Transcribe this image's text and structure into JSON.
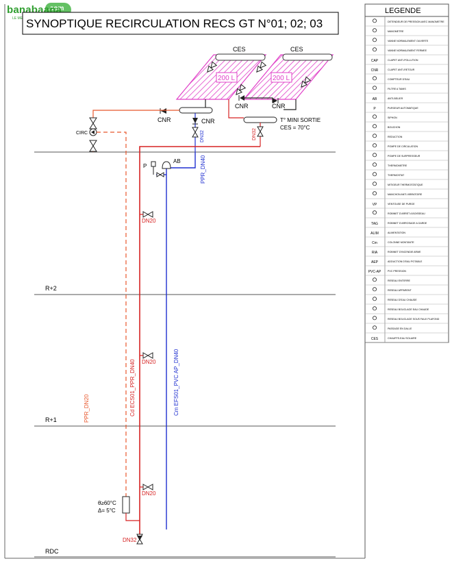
{
  "watermark": {
    "brand": "banabaana",
    "brand_tld": ".com",
    "tagline": "LE MEILLEUR DE L'AFRIQUE"
  },
  "title": "SYNOPTIQUE RECIRCULATION RECS GT N°01; 02; 03",
  "floors": {
    "r2": "R+2",
    "r1": "R+1",
    "rdc": "RDC"
  },
  "collectors": {
    "label_left": "CES",
    "label_right": "CES",
    "tank_left": "200 L",
    "tank_right": "200 L"
  },
  "labels": {
    "cnr_upper_left": "CNR",
    "cnr_upper_right": "CNR",
    "cnr_left": "CNR",
    "cnr_mid": "CNR",
    "circ": "CIRC",
    "min_out_line1": "T° MINI SORTIE",
    "min_out_line2": "CES = 70°C",
    "dn32_mid": "DN32",
    "dn32_right": "DN32",
    "p": "P",
    "ab": "AB",
    "ppr_dn40": "PPR_DN40",
    "dn20_1": "DN20",
    "dn20_2": "DN20",
    "dn20_3": "DN20",
    "cd_ecs": "Cd ECS01_PPR_DN40",
    "cm_efs": "Cm EFS01_PVC AP_DN40",
    "ppr_dn20": "PPR_DN20",
    "theta_line1": "θ≥60°C",
    "theta_line2": "Δ= 5°C",
    "dn32_bottom": "DN32"
  },
  "legend": {
    "title": "LEGENDE",
    "items": [
      {
        "symbol": "",
        "text": "DETENDEUR DE PRESSION AVEC MANOMETRE"
      },
      {
        "symbol": "",
        "text": "MANOMETRE"
      },
      {
        "symbol": "",
        "text": "VANNE NORMALEMENT OUVERTE"
      },
      {
        "symbol": "",
        "text": "VANNE NORMALEMENT FERMEE"
      },
      {
        "symbol": "CAP",
        "text": "CLAPET ANTI-POLLUTION"
      },
      {
        "symbol": "CNR",
        "text": "CLAPET ANTI-RETOUR"
      },
      {
        "symbol": "",
        "text": "COMPTEUR D'EAU"
      },
      {
        "symbol": "",
        "text": "FILTRE A TAMIS"
      },
      {
        "symbol": "AB",
        "text": "ANTI-BELIER"
      },
      {
        "symbol": "P",
        "text": "PURGEUR AUTOMATIQUE"
      },
      {
        "symbol": "",
        "text": "SIPHON"
      },
      {
        "symbol": "",
        "text": "BOUCHON"
      },
      {
        "symbol": "",
        "text": "REDUCTION"
      },
      {
        "symbol": "",
        "text": "POMPE DE CIRCULATION"
      },
      {
        "symbol": "",
        "text": "POMPE DE SURPRESSEUR"
      },
      {
        "symbol": "",
        "text": "THERMOMETRE"
      },
      {
        "symbol": "",
        "text": "THERMOSTAT"
      },
      {
        "symbol": "",
        "text": "MITIGEUR THERMOSTATIQUE"
      },
      {
        "symbol": "",
        "text": "MANCHON ANTI-VIBRATOIRE"
      },
      {
        "symbol": "VP",
        "text": "VENTOUSE DE PURGE"
      },
      {
        "symbol": "",
        "text": "ROBINET D'ARRET A BOISSEAU"
      },
      {
        "symbol": "TAG",
        "text": "ROBINET D'ARROSAGE A GARDE"
      },
      {
        "symbol": "ALIM",
        "text": "ALIMENTATION"
      },
      {
        "symbol": "Cm",
        "text": "COLONNE MONTANTE"
      },
      {
        "symbol": "RIA",
        "text": "ROBINET D'INCENDIE ARME"
      },
      {
        "symbol": "AEP",
        "text": "ADDUCTION D'EAU POTABLE"
      },
      {
        "symbol": "PVC-AP",
        "text": "PVC PRESSION"
      },
      {
        "symbol": "",
        "text": "RESEAU ENTERRE"
      },
      {
        "symbol": "",
        "text": "RESEAU APPARENT"
      },
      {
        "symbol": "",
        "text": "RESEAU D'EAU CHAUDE"
      },
      {
        "symbol": "",
        "text": "RESEAU BOUCLAGE EAU CHAUDE"
      },
      {
        "symbol": "",
        "text": "RESEAU BOUCLAGE SOUS FAUX PLAFOND"
      },
      {
        "symbol": "",
        "text": "PASSAGE EN DALLE"
      },
      {
        "symbol": "CES",
        "text": "CHAUFFE-EAU SOLAIRE"
      }
    ]
  },
  "colors": {
    "hot": "#d62222",
    "return": "#e8562b",
    "cold": "#1f2fd0",
    "collector": "#e040c8",
    "dark": "#222222"
  }
}
